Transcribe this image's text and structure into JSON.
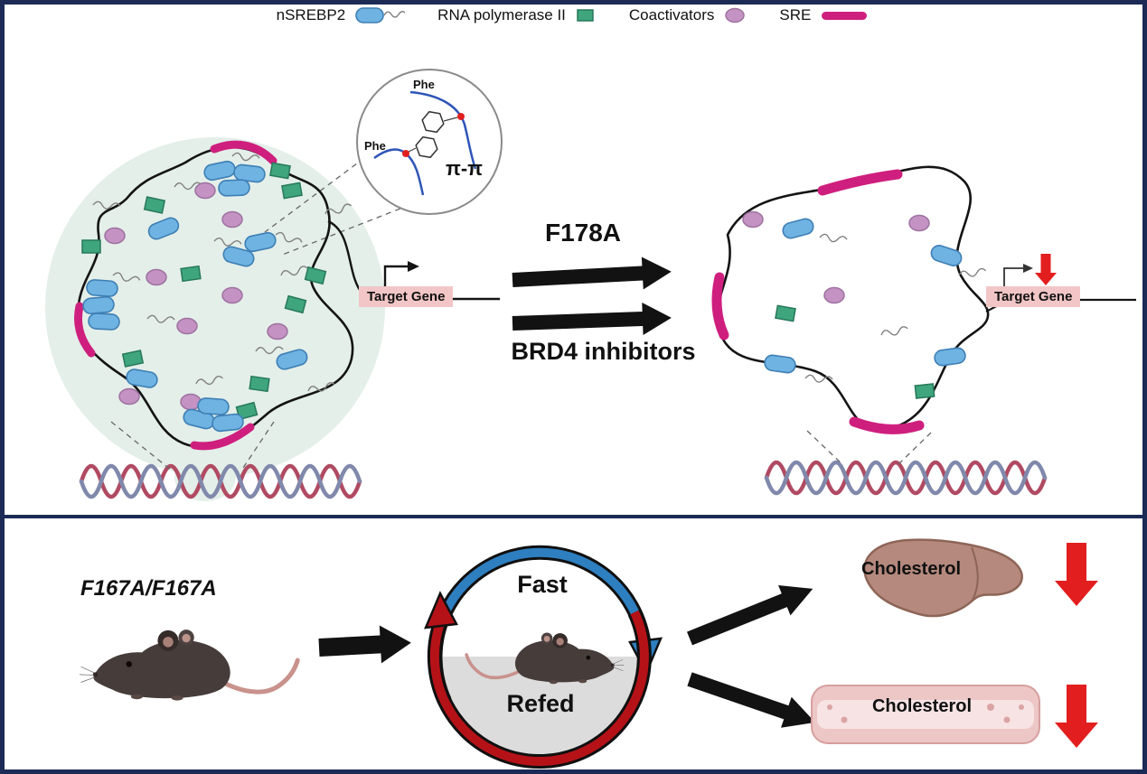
{
  "legend": {
    "items": [
      {
        "label": "nSREBP2"
      },
      {
        "label": "RNA polymerase II"
      },
      {
        "label": "Coactivators"
      },
      {
        "label": "SRE"
      }
    ]
  },
  "inset": {
    "phe_top": "Phe",
    "phe_left": "Phe",
    "pi_interaction": "π-π"
  },
  "condensate_panel": {
    "target_gene": "Target Gene"
  },
  "treatments": {
    "mutation": "F178A",
    "inhibitor": "BRD4 inhibitors"
  },
  "dispersed_panel": {
    "target_gene": "Target Gene"
  },
  "mouse_panel": {
    "genotype": "F167A/F167A",
    "cycle_top": "Fast",
    "cycle_bottom": "Refed",
    "liver_label": "Cholesterol",
    "vessel_label": "Cholesterol"
  },
  "colors": {
    "border_navy": "#1c2a56",
    "nsrebp2_blue": "#6fb3e2",
    "rna_pol_green": "#3fa57d",
    "coactivator_purple": "#c493c4",
    "sre_magenta": "#cf1f7e",
    "condensate_green": "#e4efe9",
    "target_gene_bg": "#f2c6c6",
    "decrease_red": "#e31e1e",
    "fast_blue": "#2e7fc0",
    "refed_red": "#b51218"
  }
}
